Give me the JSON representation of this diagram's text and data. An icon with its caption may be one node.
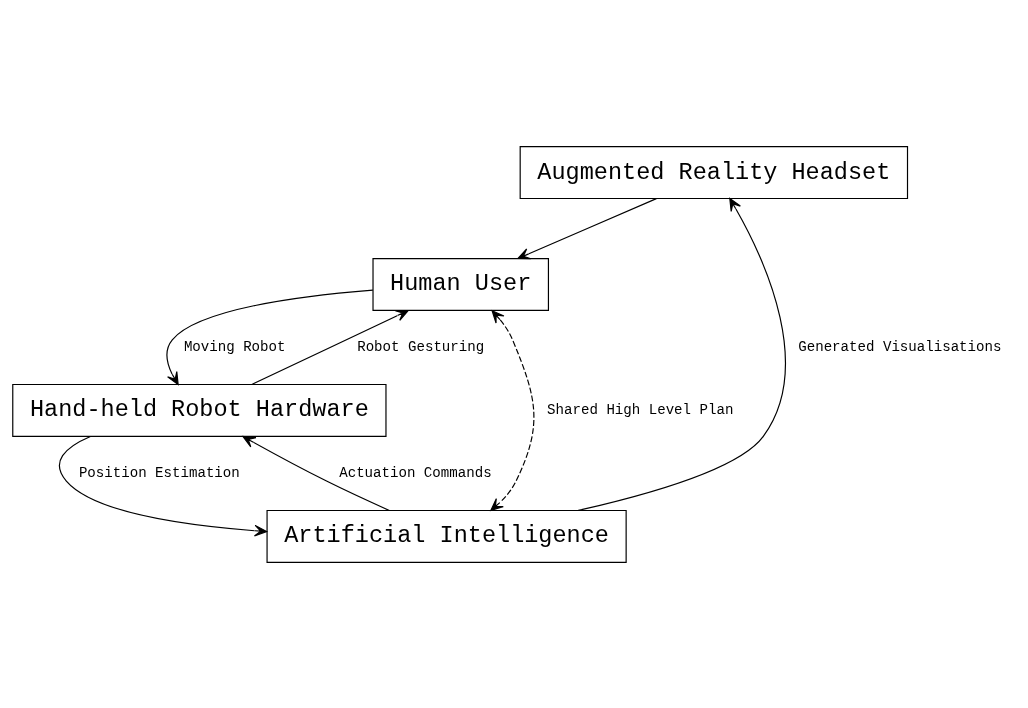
{
  "diagram": {
    "nodes": [
      {
        "text": [
          "Augmented Reality Headset"
        ]
      },
      {
        "text": [
          "Human User"
        ]
      },
      {
        "text": [
          "Hand-held Robot Hardware"
        ]
      },
      {
        "text": [
          "Artificial Intelligence"
        ]
      }
    ],
    "edges": [
      {
        "from": 0,
        "to": 1,
        "arrow": "to"
      },
      {
        "from": 2,
        "to": 1,
        "arrow": "to",
        "label": "Robot Gesturing"
      },
      {
        "from": 1,
        "to": 2,
        "arrow": "to",
        "label": "Moving Robot"
      },
      {
        "from": 2,
        "to": 3,
        "arrow": "to",
        "label": "Position Estimation"
      },
      {
        "from": 3,
        "to": 2,
        "arrow": "to",
        "label": "Actuation Commands"
      },
      {
        "from": 3,
        "to": 0,
        "arrow": "to",
        "label": "Generated Visualisations"
      },
      {
        "from": 1,
        "to": 3,
        "arrow": "both",
        "style": "dashed",
        "label": "Shared High Level Plan"
      }
    ]
  }
}
